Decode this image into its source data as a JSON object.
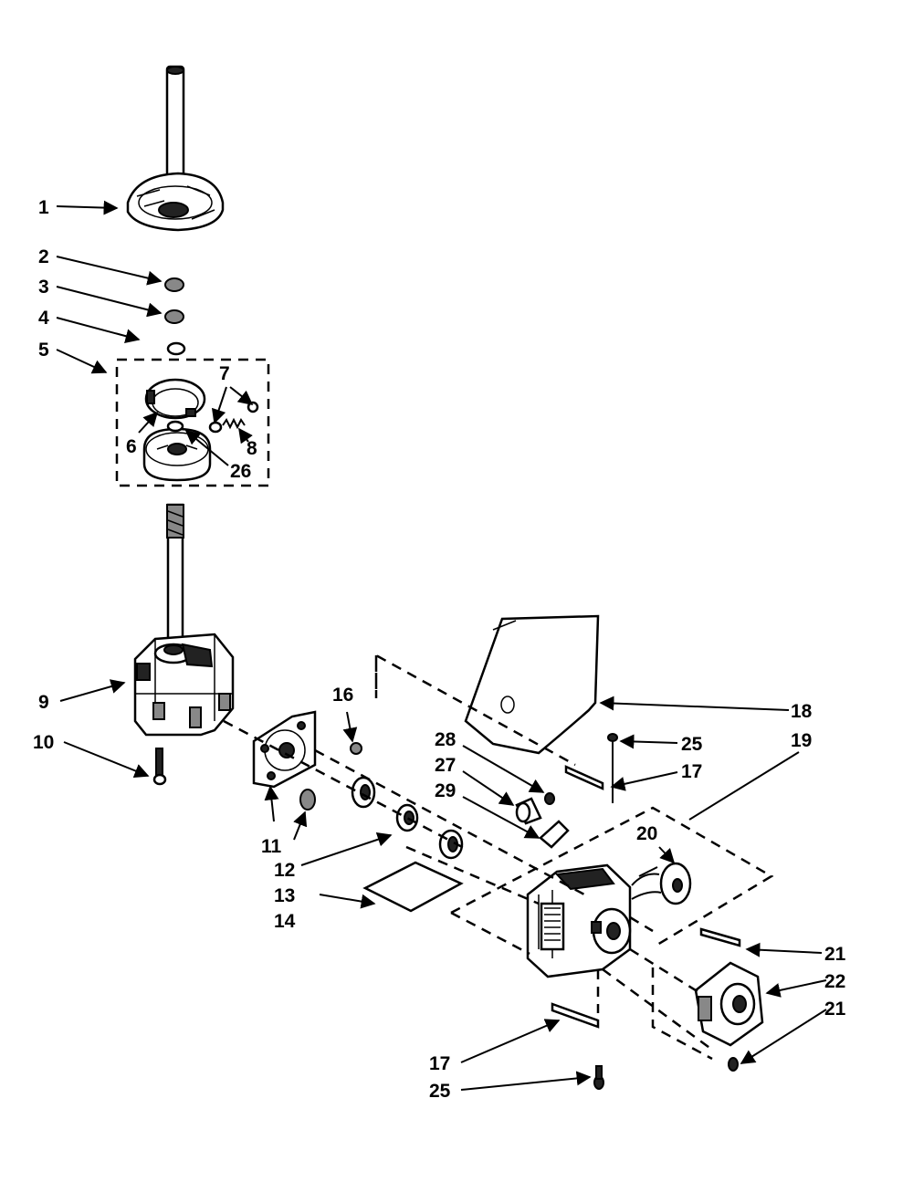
{
  "labels": {
    "c1": "1",
    "c2": "2",
    "c3": "3",
    "c4": "4",
    "c5": "5",
    "c6": "6",
    "c7": "7",
    "c8": "8",
    "c26": "26",
    "c9": "9",
    "c10": "10",
    "c11": "11",
    "c12": "12",
    "c13": "13",
    "c14": "14",
    "c16": "16",
    "c18": "18",
    "c19": "19",
    "c25a": "25",
    "c17a": "17",
    "c28": "28",
    "c27": "27",
    "c29": "29",
    "c20": "20",
    "c21a": "21",
    "c22": "22",
    "c21b": "21",
    "c17b": "17",
    "c25b": "25"
  }
}
